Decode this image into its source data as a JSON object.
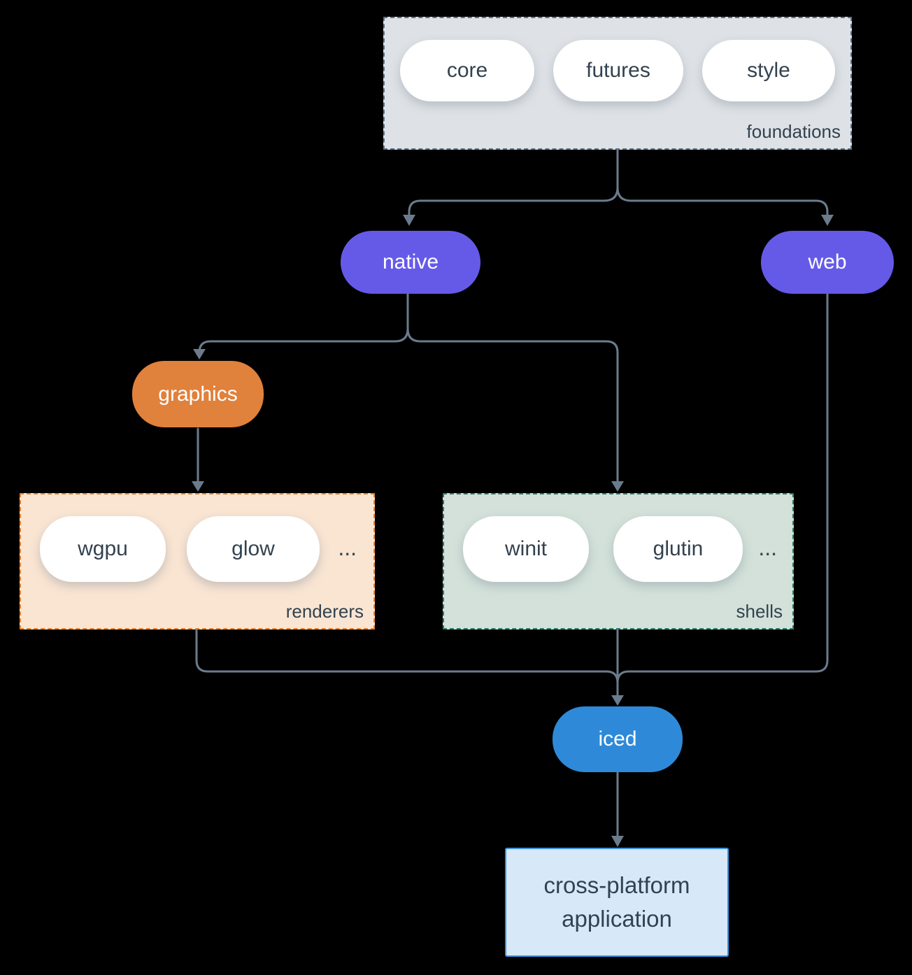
{
  "diagram": {
    "groups": {
      "foundations": {
        "label": "foundations",
        "crates": [
          "core",
          "futures",
          "style"
        ]
      },
      "renderers": {
        "label": "renderers",
        "crates": [
          "wgpu",
          "glow"
        ],
        "ellipsis": "..."
      },
      "shells": {
        "label": "shells",
        "crates": [
          "winit",
          "glutin"
        ],
        "ellipsis": "..."
      }
    },
    "nodes": {
      "native": "native",
      "web": "web",
      "graphics": "graphics",
      "iced": "iced",
      "application": "cross-platform application"
    },
    "colors": {
      "background": "#000000",
      "connector_line": "#6b7b8c",
      "text_dark": "#33424f",
      "crate_pill": "#ffffff",
      "native_web_purple": "#655ae8",
      "graphics_orange": "#e0813c",
      "iced_blue": "#2e8ad8",
      "foundations_fill": "#dee2e6",
      "foundations_border": "#5d7489",
      "renderers_fill": "#fae5d3",
      "renderers_border": "#e8822d",
      "shells_fill": "#d3e1da",
      "shells_border": "#2e7e69",
      "application_fill": "#d7e8f9",
      "application_border": "#3c8fe0"
    }
  }
}
